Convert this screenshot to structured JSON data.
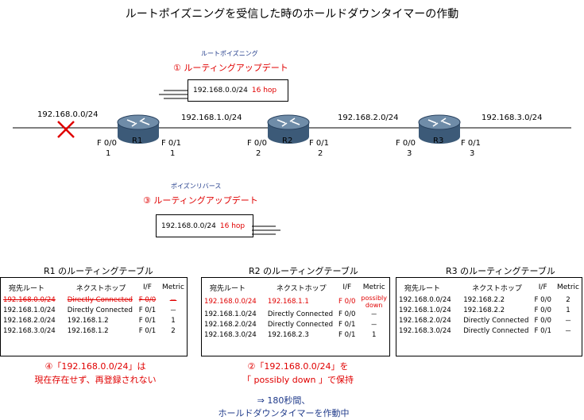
{
  "title": "ルートポイズニングを受信した時のホールドダウンタイマーの作動",
  "poisoning": {
    "heading": "ルートポイズニング",
    "step": "① ルーティングアップデート",
    "network": "192.168.0.0/24",
    "hop": "16 hop"
  },
  "poison_reverse": {
    "heading": "ポイズンリバース",
    "step": "③ ルーティングアップデート",
    "network": "192.168.0.0/24",
    "hop": "16 hop"
  },
  "topology": {
    "net0": "192.168.0.0/24",
    "net1": "192.168.1.0/24",
    "net2": "192.168.2.0/24",
    "net3": "192.168.3.0/24",
    "routers": [
      {
        "name": "R1",
        "left_if": "F 0/0",
        "left_num": "1",
        "right_if": "F 0/1",
        "right_num": "1"
      },
      {
        "name": "R2",
        "left_if": "F 0/0",
        "left_num": "2",
        "right_if": "F 0/1",
        "right_num": "2"
      },
      {
        "name": "R3",
        "left_if": "F 0/0",
        "left_num": "3",
        "right_if": "F 0/1",
        "right_num": "3"
      }
    ]
  },
  "headers": {
    "dest": "宛先ルート",
    "nexthop": "ネクストホップ",
    "if": "I/F",
    "metric": "Metric"
  },
  "tables": [
    {
      "title": "R1 のルーティングテーブル",
      "rows": [
        {
          "dest": "192.168.0.0/24",
          "nexthop": "Directly Connected",
          "if": "F 0/0",
          "metric": "－"
        },
        {
          "dest": "192.168.1.0/24",
          "nexthop": "Directly Connected",
          "if": "F 0/1",
          "metric": "－"
        },
        {
          "dest": "192.168.2.0/24",
          "nexthop": "192.168.1.2",
          "if": "F 0/1",
          "metric": "1"
        },
        {
          "dest": "192.168.3.0/24",
          "nexthop": "192.168.1.2",
          "if": "F 0/1",
          "metric": "2"
        }
      ]
    },
    {
      "title": "R2 のルーティングテーブル",
      "rows": [
        {
          "dest": "192.168.0.0/24",
          "nexthop": "192.168.1.1",
          "if": "F 0/0",
          "metric": "possibly down"
        },
        {
          "dest": "192.168.1.0/24",
          "nexthop": "Directly Connected",
          "if": "F 0/0",
          "metric": "－"
        },
        {
          "dest": "192.168.2.0/24",
          "nexthop": "Directly Connected",
          "if": "F 0/1",
          "metric": "－"
        },
        {
          "dest": "192.168.3.0/24",
          "nexthop": "192.168.2.3",
          "if": "F 0/1",
          "metric": "1"
        }
      ]
    },
    {
      "title": "R3 のルーティングテーブル",
      "rows": [
        {
          "dest": "192.168.0.0/24",
          "nexthop": "192.168.2.2",
          "if": "F 0/0",
          "metric": "2"
        },
        {
          "dest": "192.168.1.0/24",
          "nexthop": "192.168.2.2",
          "if": "F 0/0",
          "metric": "1"
        },
        {
          "dest": "192.168.2.0/24",
          "nexthop": "Directly Connected",
          "if": "F 0/0",
          "metric": "－"
        },
        {
          "dest": "192.168.3.0/24",
          "nexthop": "Directly Connected",
          "if": "F 0/1",
          "metric": "－"
        }
      ]
    }
  ],
  "notes": {
    "note4_line1": "④「192.168.0.0/24」は",
    "note4_line2": "現在存在せず、再登録されない",
    "note2_line1": "②「192.168.0.0/24」を",
    "note2_line2": "「 possibly down 」で保持",
    "timer_line1": "⇒ 180秒間、",
    "timer_line2": "ホールドダウンタイマーを作動中"
  },
  "colors": {
    "red": "#e00000",
    "blue": "#1f3a8a",
    "router": "#3c5a78"
  }
}
